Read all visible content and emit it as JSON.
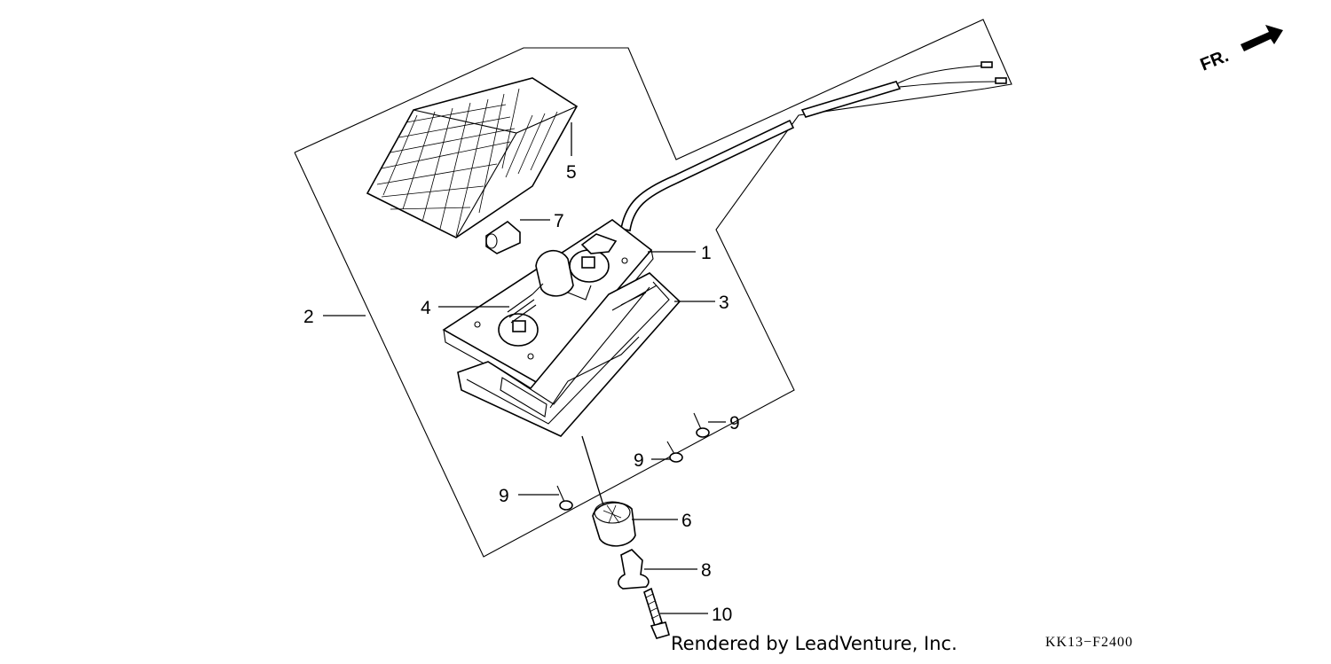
{
  "direction_label": "FR.",
  "callouts": {
    "c1": "1",
    "c2": "2",
    "c3": "3",
    "c4": "4",
    "c5": "5",
    "c6": "6",
    "c7": "7",
    "c8": "8",
    "c9a": "9",
    "c9b": "9",
    "c9c": "9",
    "c10": "10"
  },
  "footer": {
    "credit": "Rendered by LeadVenture, Inc.",
    "code": "KK13−F2400"
  },
  "icons": {
    "direction": "front-direction-arrow-icon"
  }
}
